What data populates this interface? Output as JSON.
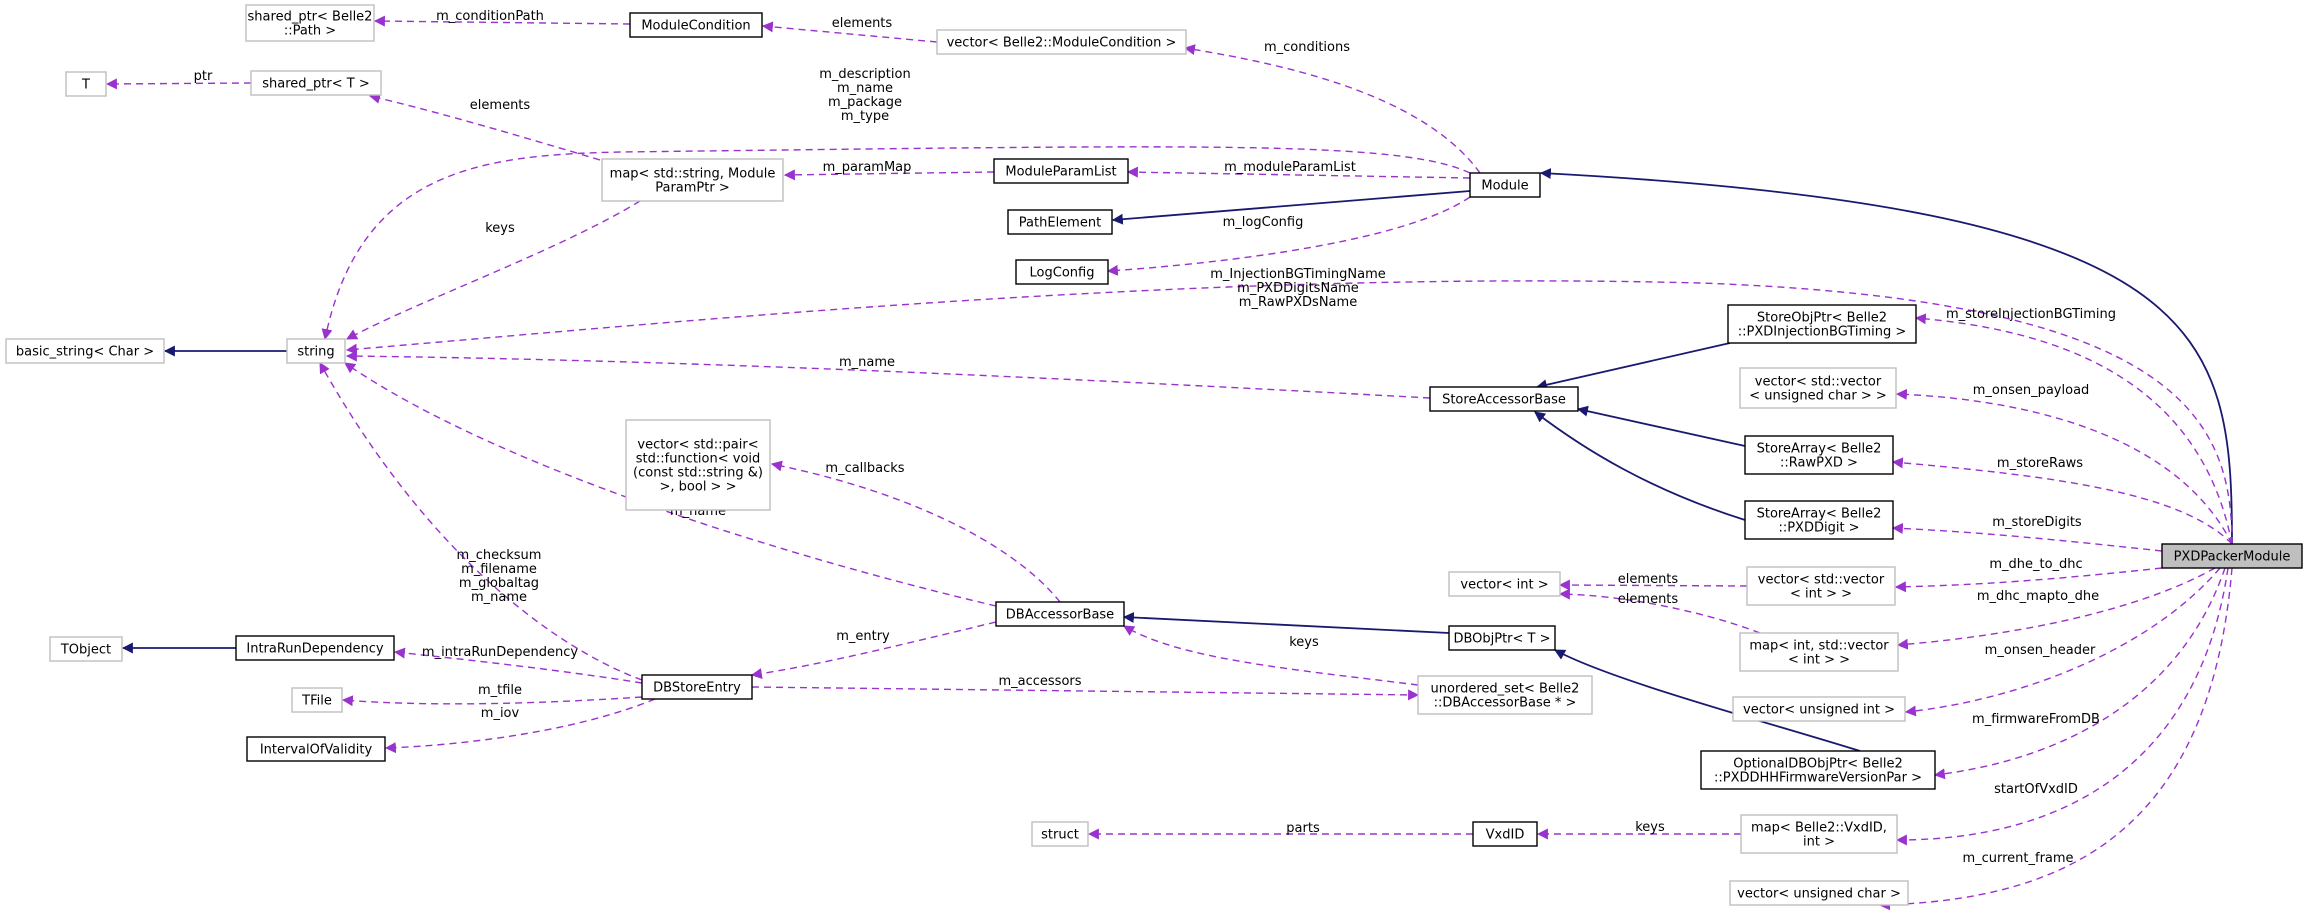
{
  "diagram": {
    "nodes": [
      {
        "id": "PXDPackerModule",
        "label": [
          "PXDPackerModule"
        ],
        "style": "focus"
      },
      {
        "id": "Module",
        "label": [
          "Module"
        ],
        "style": "solid"
      },
      {
        "id": "PathElement",
        "label": [
          "PathElement"
        ],
        "style": "solid"
      },
      {
        "id": "ModuleCondition",
        "label": [
          "ModuleCondition"
        ],
        "style": "solid"
      },
      {
        "id": "sharedPath",
        "label": [
          "shared_ptr< Belle2",
          "::Path >"
        ],
        "style": "grey"
      },
      {
        "id": "vecModCond",
        "label": [
          "vector< Belle2::ModuleCondition >"
        ],
        "style": "grey"
      },
      {
        "id": "T",
        "label": [
          "T"
        ],
        "style": "grey"
      },
      {
        "id": "sharedT",
        "label": [
          "shared_ptr< T >"
        ],
        "style": "grey"
      },
      {
        "id": "mapParam",
        "label": [
          "map< std::string, Module",
          "ParamPtr >"
        ],
        "style": "grey"
      },
      {
        "id": "ModuleParamList",
        "label": [
          "ModuleParamList"
        ],
        "style": "solid"
      },
      {
        "id": "string",
        "label": [
          "string"
        ],
        "style": "grey"
      },
      {
        "id": "basicString",
        "label": [
          "basic_string< Char >"
        ],
        "style": "grey"
      },
      {
        "id": "LogConfig",
        "label": [
          "LogConfig"
        ],
        "style": "solid"
      },
      {
        "id": "StoreObjPtrInj",
        "label": [
          "StoreObjPtr< Belle2",
          "::PXDInjectionBGTiming >"
        ],
        "style": "solid"
      },
      {
        "id": "StoreAccessorBase",
        "label": [
          "StoreAccessorBase"
        ],
        "style": "solid"
      },
      {
        "id": "vecVecUChar",
        "label": [
          "vector< std::vector",
          "< unsigned char > >"
        ],
        "style": "grey"
      },
      {
        "id": "StoreArrayRaw",
        "label": [
          "StoreArray< Belle2",
          "::RawPXD >"
        ],
        "style": "solid"
      },
      {
        "id": "StoreArrayDigit",
        "label": [
          "StoreArray< Belle2",
          "::PXDDigit >"
        ],
        "style": "solid"
      },
      {
        "id": "vecPair",
        "label": [
          "vector< std::pair<",
          "std::function< void",
          "(const std::string &)",
          ">, bool > >"
        ],
        "style": "grey"
      },
      {
        "id": "vecInt",
        "label": [
          "vector< int >"
        ],
        "style": "grey"
      },
      {
        "id": "vecVecInt",
        "label": [
          "vector< std::vector",
          "< int > >"
        ],
        "style": "grey"
      },
      {
        "id": "DBAccessorBase",
        "label": [
          "DBAccessorBase"
        ],
        "style": "solid"
      },
      {
        "id": "DBObjPtrT",
        "label": [
          "DBObjPtr< T >"
        ],
        "style": "solid"
      },
      {
        "id": "mapIntVec",
        "label": [
          "map< int, std::vector",
          "< int > >"
        ],
        "style": "grey"
      },
      {
        "id": "TObject",
        "label": [
          "TObject"
        ],
        "style": "grey"
      },
      {
        "id": "IntraRunDependency",
        "label": [
          "IntraRunDependency"
        ],
        "style": "solid"
      },
      {
        "id": "DBStoreEntry",
        "label": [
          "DBStoreEntry"
        ],
        "style": "solid"
      },
      {
        "id": "TFile",
        "label": [
          "TFile"
        ],
        "style": "grey"
      },
      {
        "id": "unorderedSet",
        "label": [
          "unordered_set< Belle2",
          "::DBAccessorBase * >"
        ],
        "style": "grey"
      },
      {
        "id": "vecUInt",
        "label": [
          "vector< unsigned int >"
        ],
        "style": "grey"
      },
      {
        "id": "IntervalOfValidity",
        "label": [
          "IntervalOfValidity"
        ],
        "style": "solid"
      },
      {
        "id": "OptionalDBObjPtr",
        "label": [
          "OptionalDBObjPtr< Belle2",
          "::PXDDHHFirmwareVersionPar >"
        ],
        "style": "solid"
      },
      {
        "id": "struct",
        "label": [
          "struct"
        ],
        "style": "grey"
      },
      {
        "id": "VxdID",
        "label": [
          "VxdID"
        ],
        "style": "solid"
      },
      {
        "id": "mapVxd",
        "label": [
          "map< Belle2::VxdID,",
          "int >"
        ],
        "style": "grey"
      },
      {
        "id": "vecUChar",
        "label": [
          "vector< unsigned char >"
        ],
        "style": "grey"
      }
    ],
    "edges": [
      {
        "id": "e1",
        "kind": "inherit",
        "label": []
      },
      {
        "id": "e2",
        "kind": "inherit",
        "label": []
      },
      {
        "id": "e3",
        "kind": "inherit",
        "label": []
      },
      {
        "id": "e4",
        "kind": "inherit",
        "label": []
      },
      {
        "id": "e5",
        "kind": "inherit",
        "label": []
      },
      {
        "id": "e6",
        "kind": "inherit",
        "label": []
      },
      {
        "id": "e7",
        "kind": "inherit",
        "label": []
      },
      {
        "id": "e8",
        "kind": "inherit",
        "label": []
      },
      {
        "id": "e9",
        "kind": "inherit",
        "label": []
      },
      {
        "id": "e10",
        "kind": "inherit",
        "label": []
      },
      {
        "id": "e11",
        "kind": "use",
        "label": [
          "m_conditionPath"
        ]
      },
      {
        "id": "e12",
        "kind": "use",
        "label": [
          "elements"
        ]
      },
      {
        "id": "e13",
        "kind": "use",
        "label": [
          "m_conditions"
        ]
      },
      {
        "id": "e14",
        "kind": "use",
        "label": [
          "ptr"
        ]
      },
      {
        "id": "e15",
        "kind": "use",
        "label": [
          "elements"
        ]
      },
      {
        "id": "e16",
        "kind": "use",
        "label": [
          "m_description",
          "m_name",
          "m_package",
          "m_type"
        ]
      },
      {
        "id": "e17",
        "kind": "use",
        "label": [
          "keys"
        ]
      },
      {
        "id": "e18",
        "kind": "use",
        "label": [
          "m_paramMap"
        ]
      },
      {
        "id": "e19",
        "kind": "use",
        "label": [
          "m_moduleParamList"
        ]
      },
      {
        "id": "e20",
        "kind": "use",
        "label": [
          "m_logConfig"
        ]
      },
      {
        "id": "e21",
        "kind": "use",
        "label": [
          "m_InjectionBGTimingName",
          "m_PXDDigitsName",
          "m_RawPXDsName"
        ]
      },
      {
        "id": "e22",
        "kind": "use",
        "label": [
          "m_name"
        ]
      },
      {
        "id": "e23",
        "kind": "use",
        "label": [
          "m_name"
        ]
      },
      {
        "id": "e24",
        "kind": "use",
        "label": [
          "m_checksum",
          "m_filename",
          "m_globaltag",
          "m_name"
        ]
      },
      {
        "id": "e25",
        "kind": "use",
        "label": [
          "m_storeInjectionBGTiming"
        ]
      },
      {
        "id": "e26",
        "kind": "use",
        "label": [
          "m_onsen_payload"
        ]
      },
      {
        "id": "e27",
        "kind": "use",
        "label": [
          "m_storeRaws"
        ]
      },
      {
        "id": "e28",
        "kind": "use",
        "label": [
          "m_storeDigits"
        ]
      },
      {
        "id": "e29",
        "kind": "use",
        "label": [
          "m_dhe_to_dhc"
        ]
      },
      {
        "id": "e30",
        "kind": "use",
        "label": [
          "m_dhc_mapto_dhe"
        ]
      },
      {
        "id": "e31",
        "kind": "use",
        "label": [
          "m_onsen_header"
        ]
      },
      {
        "id": "e32",
        "kind": "use",
        "label": [
          "m_firmwareFromDB"
        ]
      },
      {
        "id": "e33",
        "kind": "use",
        "label": [
          "startOfVxdID"
        ]
      },
      {
        "id": "e34",
        "kind": "use",
        "label": [
          "m_current_frame"
        ]
      },
      {
        "id": "e35",
        "kind": "use",
        "label": [
          "elements"
        ]
      },
      {
        "id": "e36",
        "kind": "use",
        "label": [
          "elements"
        ]
      },
      {
        "id": "e37",
        "kind": "use",
        "label": [
          "m_callbacks"
        ]
      },
      {
        "id": "e38",
        "kind": "use",
        "label": [
          "m_entry"
        ]
      },
      {
        "id": "e39",
        "kind": "use",
        "label": [
          "keys"
        ]
      },
      {
        "id": "e40",
        "kind": "use",
        "label": [
          "m_intraRunDependency"
        ]
      },
      {
        "id": "e41",
        "kind": "use",
        "label": [
          "m_tfile"
        ]
      },
      {
        "id": "e42",
        "kind": "use",
        "label": [
          "m_iov"
        ]
      },
      {
        "id": "e43",
        "kind": "use",
        "label": [
          "m_accessors"
        ]
      },
      {
        "id": "e44",
        "kind": "use",
        "label": [
          "parts"
        ]
      },
      {
        "id": "e45",
        "kind": "use",
        "label": [
          "keys"
        ]
      }
    ]
  },
  "colors": {
    "inherit_edge": "#191970",
    "use_edge": "#9a32cd",
    "focus_fill": "#bfbfbf",
    "solid_border": "#000000",
    "grey_border": "#bfbfbf"
  }
}
